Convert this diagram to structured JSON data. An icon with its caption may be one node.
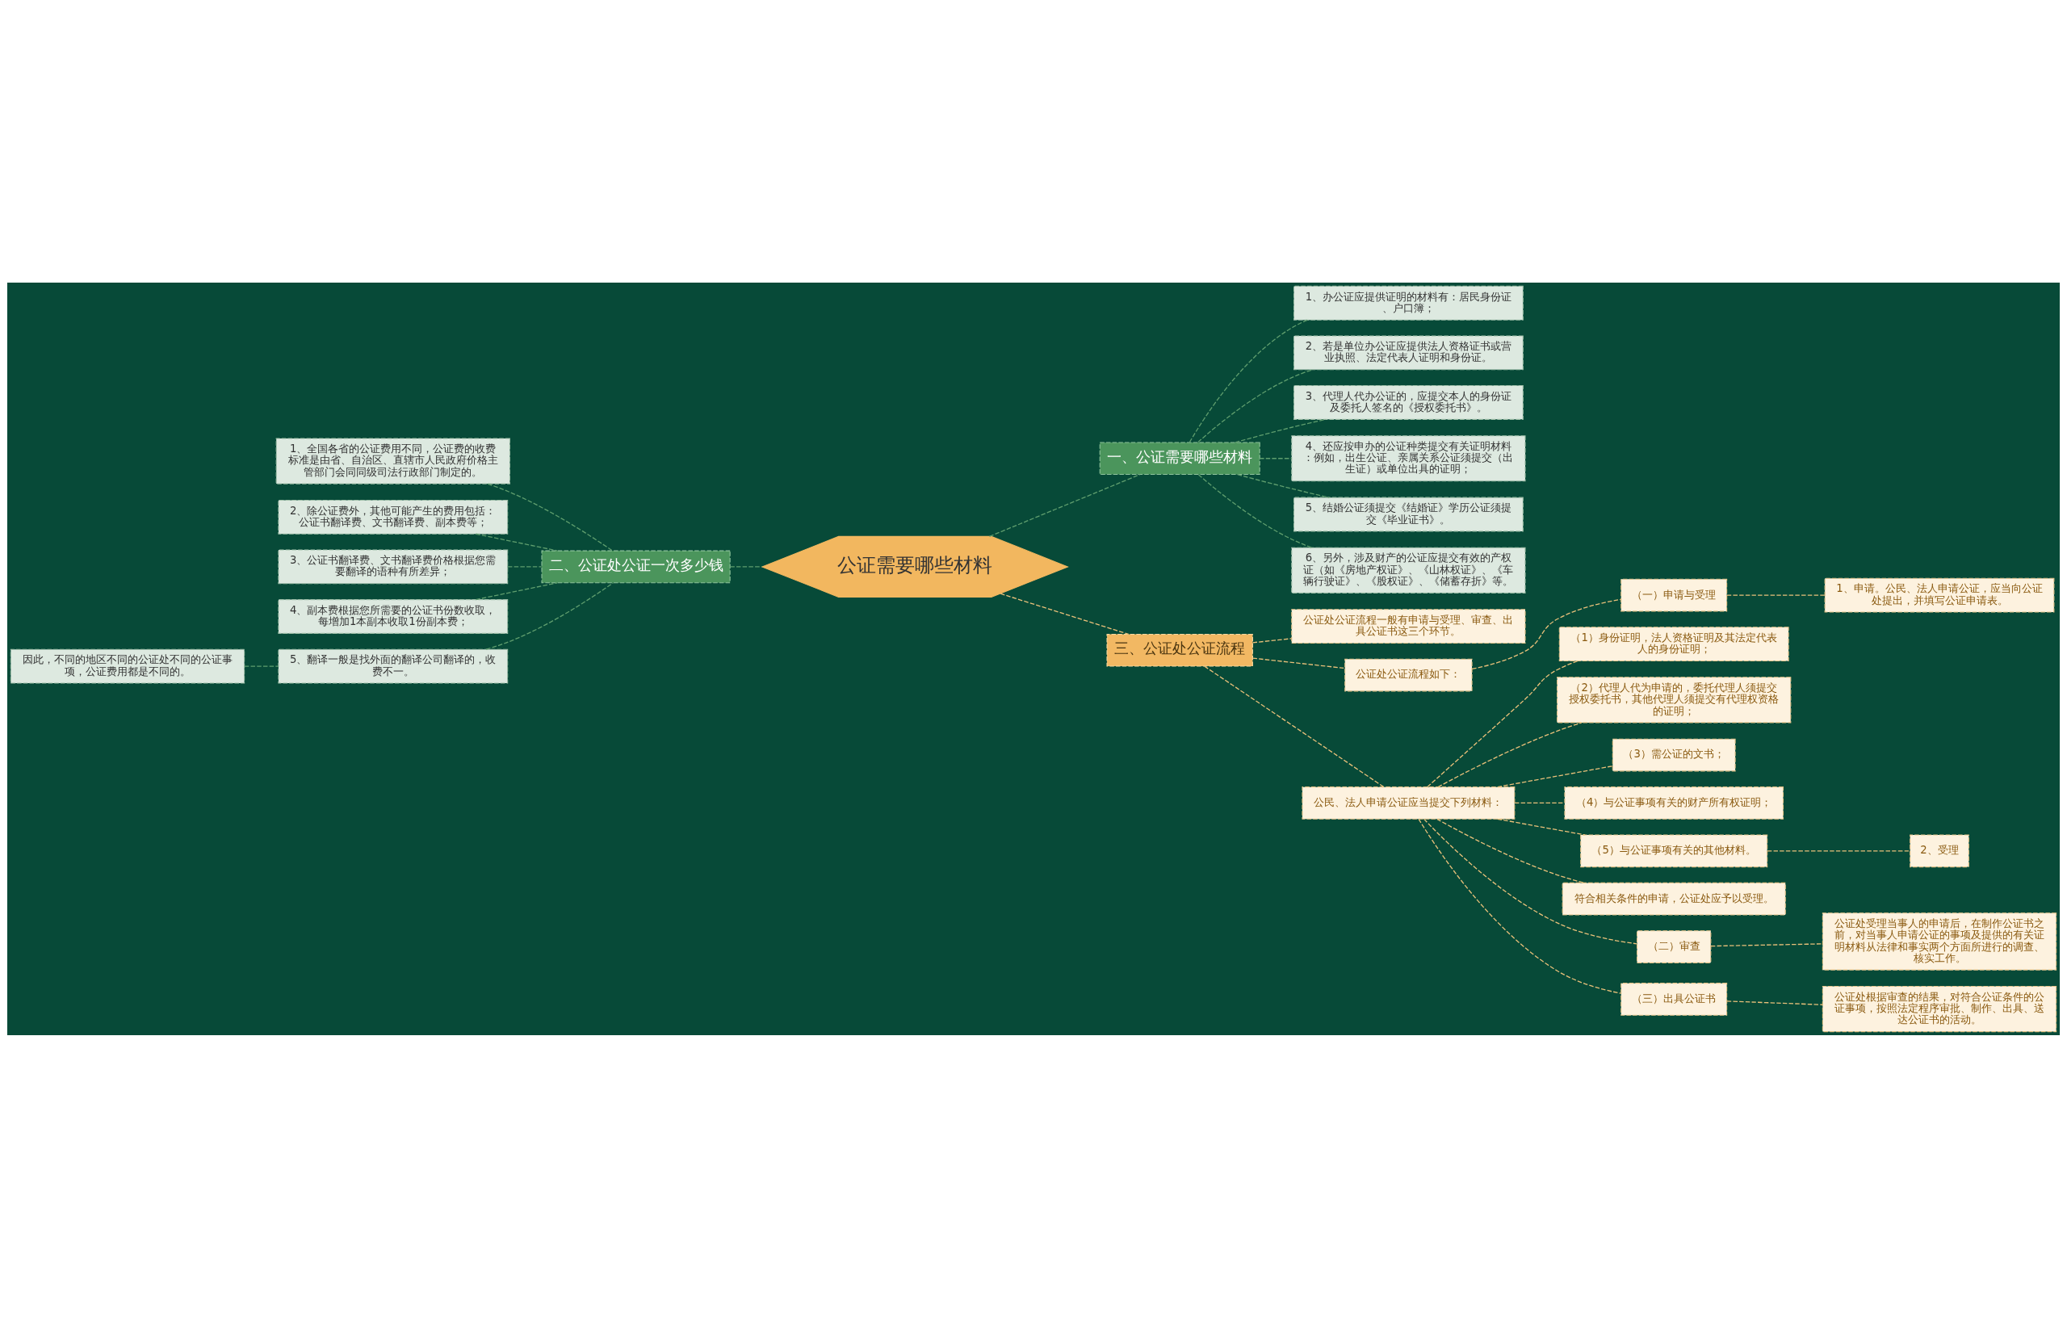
{
  "diagram": {
    "nodes": [
      {
        "text": [
          "公证需要哪些材料"
        ]
      },
      {
        "text": [
          "一、公证需要哪些材料"
        ]
      },
      {
        "text": [
          "1、办公证应提供证明的材料有：居民身份证、户口簿；"
        ]
      },
      {
        "text": [
          "2、若是单位办公证应提供法人资格证书或营业执照、法定代表人证明和身份证。"
        ]
      },
      {
        "text": [
          "3、代理人代办公证的，应提交本人的身份证及委托人签名的《授权委托书》。"
        ]
      },
      {
        "text": [
          "4、还应按申办的公证种类提交有关证明材料：例如，出生公证、亲属关系公证须提交（出生证）或单位出具的证明；"
        ]
      },
      {
        "text": [
          "5、结婚公证须提交《结婚证》学历公证须提交《毕业证书》。"
        ]
      },
      {
        "text": [
          "6、另外，涉及财产的公证应提交有效的产权证（如《房地产权证》、《山林权证》、《车辆行驶证》、《股权证》、《储蓄存折》等。"
        ]
      },
      {
        "text": [
          "二、公证处公证一次多少钱"
        ]
      },
      {
        "text": [
          "1、全国各省的公证费用不同，公证费的收费标准是由省、自治区、直辖市人民政府价格主管部门会同同级司法行政部门制定的。"
        ]
      },
      {
        "text": [
          "2、除公证费外，其他可能产生的费用包括：公证书翻译费、文书翻译费、副本费等；"
        ]
      },
      {
        "text": [
          "3、公证书翻译费、文书翻译费价格根据您需要翻译的语种有所差异；"
        ]
      },
      {
        "text": [
          "4、副本费根据您所需要的公证书份数收取，每增加1本副本收取1份副本费；"
        ]
      },
      {
        "text": [
          "5、翻译一般是找外面的翻译公司翻译的，收费不一。"
        ]
      },
      {
        "text": [
          "因此，不同的地区不同的公证处不同的公证事项，公证费用都是不同的。"
        ]
      },
      {
        "text": [
          "三、公证处公证流程"
        ]
      },
      {
        "text": [
          "公证处公证流程一般有申请与受理、审查、出具公证书这三个环节。"
        ]
      },
      {
        "text": [
          "公证处公证流程如下："
        ]
      },
      {
        "text": [
          "（一）申请与受理"
        ]
      },
      {
        "text": [
          "1、申请。公民、法人申请公证，应当向公证处提出，并填写公证申请表。"
        ]
      },
      {
        "text": [
          "公民、法人申请公证应当提交下列材料："
        ]
      },
      {
        "text": [
          "（1）身份证明，法人资格证明及其法定代表人的身份证明；"
        ]
      },
      {
        "text": [
          "（2）代理人代为申请的，委托代理人须提交授权委托书，其他代理人须提交有代理权资格的证明；"
        ]
      },
      {
        "text": [
          "（3）需公证的文书；"
        ]
      },
      {
        "text": [
          "（4）与公证事项有关的财产所有权证明；"
        ]
      },
      {
        "text": [
          "（5）与公证事项有关的其他材料。"
        ]
      },
      {
        "text": [
          "2、受理"
        ]
      },
      {
        "text": [
          "符合相关条件的申请，公证处应予以受理。"
        ]
      },
      {
        "text": [
          "（二）审查"
        ]
      },
      {
        "text": [
          "公证处受理当事人的申请后，在制作公证书之前，对当事人申请公证的事项及提供的有关证明材料从法律和事实两个方面所进行的调查、核实工作。"
        ]
      },
      {
        "text": [
          "（三）出具公证书"
        ]
      },
      {
        "text": [
          "公证处根据审查的结果，对符合公证条件的公证事项，按照法定程序审批、制作、出具、送达公证书的活动。"
        ]
      }
    ],
    "edges": [
      {
        "from": 0,
        "to": 1,
        "arrow": "none",
        "style": "dashed",
        "color": "#5f9e6e"
      },
      {
        "from": 1,
        "to": 2,
        "arrow": "none",
        "style": "dashed",
        "color": "#5f9e6e"
      },
      {
        "from": 1,
        "to": 3,
        "arrow": "none",
        "style": "dashed",
        "color": "#5f9e6e"
      },
      {
        "from": 1,
        "to": 4,
        "arrow": "none",
        "style": "dashed",
        "color": "#5f9e6e"
      },
      {
        "from": 1,
        "to": 5,
        "arrow": "none",
        "style": "dashed",
        "color": "#5f9e6e"
      },
      {
        "from": 1,
        "to": 6,
        "arrow": "none",
        "style": "dashed",
        "color": "#5f9e6e"
      },
      {
        "from": 1,
        "to": 7,
        "arrow": "none",
        "style": "dashed",
        "color": "#5f9e6e"
      },
      {
        "from": 0,
        "to": 8,
        "arrow": "none",
        "style": "dashed",
        "color": "#5f9e6e"
      },
      {
        "from": 8,
        "to": 9,
        "arrow": "none",
        "style": "dashed",
        "color": "#5f9e6e"
      },
      {
        "from": 8,
        "to": 10,
        "arrow": "none",
        "style": "dashed",
        "color": "#5f9e6e"
      },
      {
        "from": 8,
        "to": 11,
        "arrow": "none",
        "style": "dashed",
        "color": "#5f9e6e"
      },
      {
        "from": 8,
        "to": 12,
        "arrow": "none",
        "style": "dashed",
        "color": "#5f9e6e"
      },
      {
        "from": 8,
        "to": 13,
        "arrow": "none",
        "style": "dashed",
        "color": "#5f9e6e"
      },
      {
        "from": 13,
        "to": 14,
        "arrow": "none",
        "style": "dashed",
        "color": "#5f9e6e"
      },
      {
        "from": 0,
        "to": 15,
        "arrow": "none",
        "style": "dashed"
      },
      {
        "from": 15,
        "to": 16,
        "arrow": "none",
        "style": "dashed"
      },
      {
        "from": 15,
        "to": 17,
        "arrow": "none",
        "style": "dashed"
      },
      {
        "from": 17,
        "to": 18,
        "arrow": "none",
        "style": "dashed"
      },
      {
        "from": 18,
        "to": 19,
        "arrow": "none",
        "style": "dashed"
      },
      {
        "from": 15,
        "to": 20,
        "arrow": "none",
        "style": "dashed"
      },
      {
        "from": 20,
        "to": 21,
        "arrow": "none",
        "style": "dashed"
      },
      {
        "from": 20,
        "to": 22,
        "arrow": "none",
        "style": "dashed"
      },
      {
        "from": 20,
        "to": 23,
        "arrow": "none",
        "style": "dashed"
      },
      {
        "from": 20,
        "to": 24,
        "arrow": "none",
        "style": "dashed"
      },
      {
        "from": 20,
        "to": 25,
        "arrow": "none",
        "style": "dashed"
      },
      {
        "from": 25,
        "to": 26,
        "arrow": "none",
        "style": "dashed"
      },
      {
        "from": 20,
        "to": 27,
        "arrow": "none",
        "style": "dashed"
      },
      {
        "from": 20,
        "to": 28,
        "arrow": "none",
        "style": "dashed"
      },
      {
        "from": 28,
        "to": 29,
        "arrow": "none",
        "style": "dashed"
      },
      {
        "from": 20,
        "to": 30,
        "arrow": "none",
        "style": "dashed"
      },
      {
        "from": 30,
        "to": 31,
        "arrow": "none",
        "style": "dashed"
      }
    ]
  }
}
